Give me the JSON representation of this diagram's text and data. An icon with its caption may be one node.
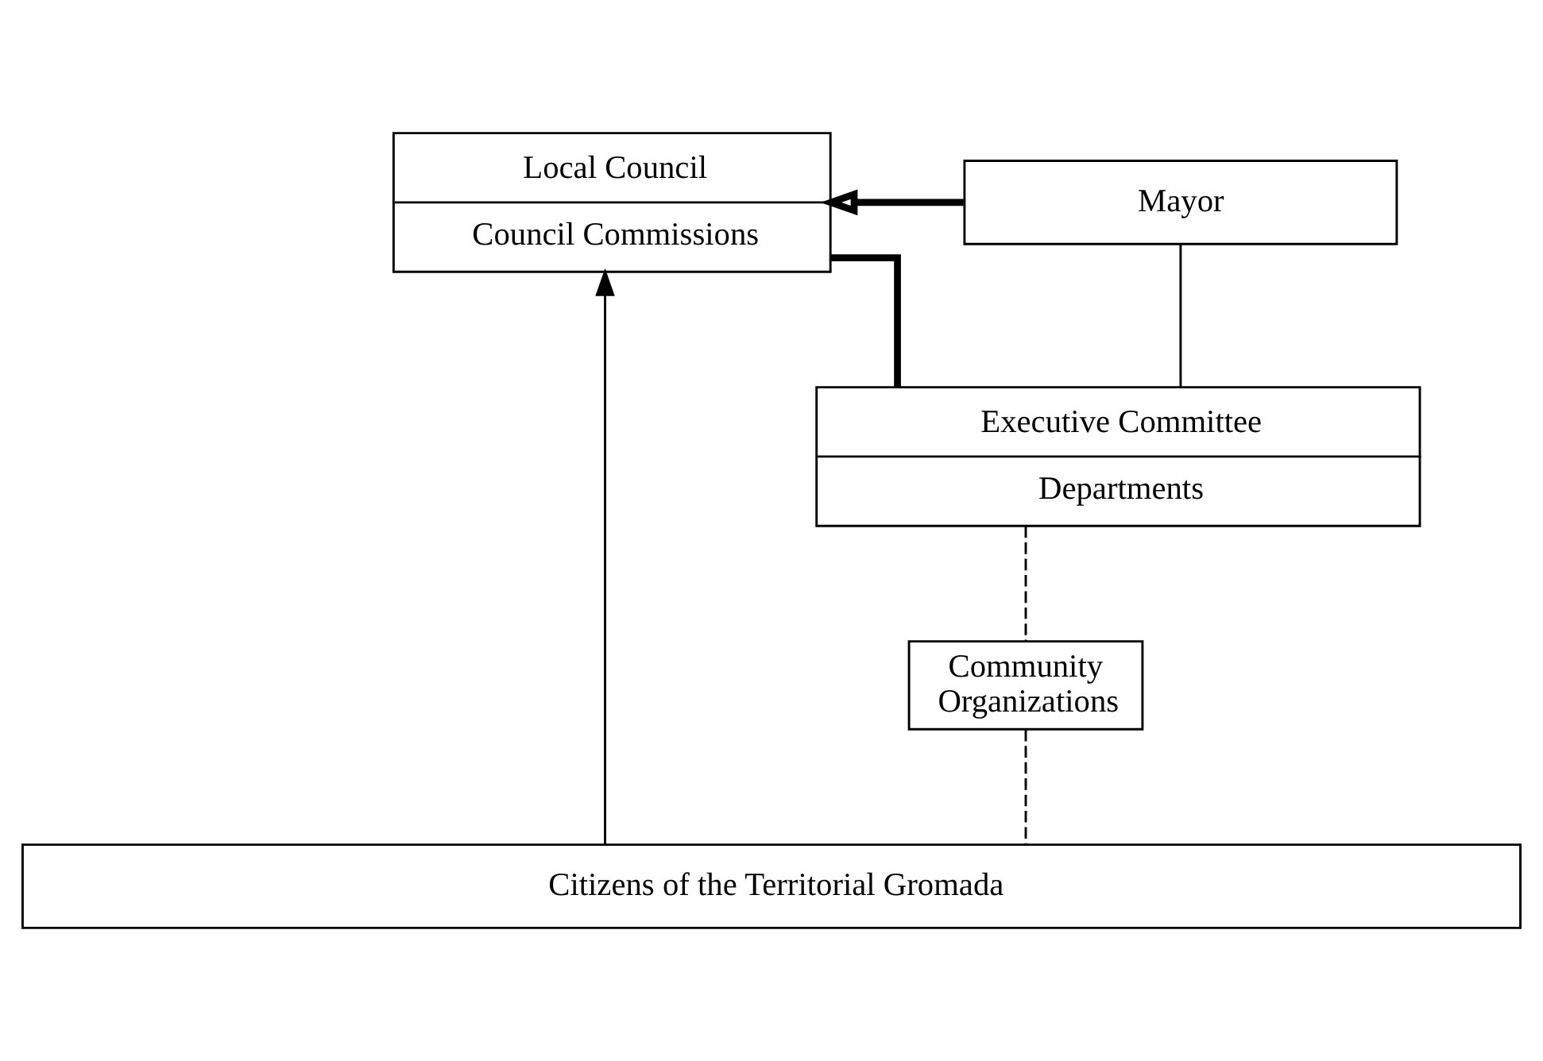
{
  "diagram": {
    "nodes": [
      {
        "text": [
          "Local Council",
          "Council Commissions"
        ]
      },
      {
        "text": [
          "Mayor"
        ]
      },
      {
        "text": [
          "Executive Committee",
          "Departments"
        ]
      },
      {
        "text": [
          "Community Organizations"
        ]
      },
      {
        "text": [
          "Citizens of the Territorial Gromada"
        ]
      }
    ],
    "edges": [
      {
        "from": 1,
        "to": 0,
        "arrow": "to",
        "style": "thick"
      },
      {
        "from": 0,
        "to": 2,
        "arrow": "none",
        "style": "thick"
      },
      {
        "from": 1,
        "to": 2,
        "arrow": "none"
      },
      {
        "from": 2,
        "to": 3,
        "arrow": "none",
        "style": "dashed"
      },
      {
        "from": 3,
        "to": 4,
        "arrow": "none",
        "style": "dashed"
      },
      {
        "from": 4,
        "to": 0,
        "arrow": "to"
      }
    ]
  }
}
